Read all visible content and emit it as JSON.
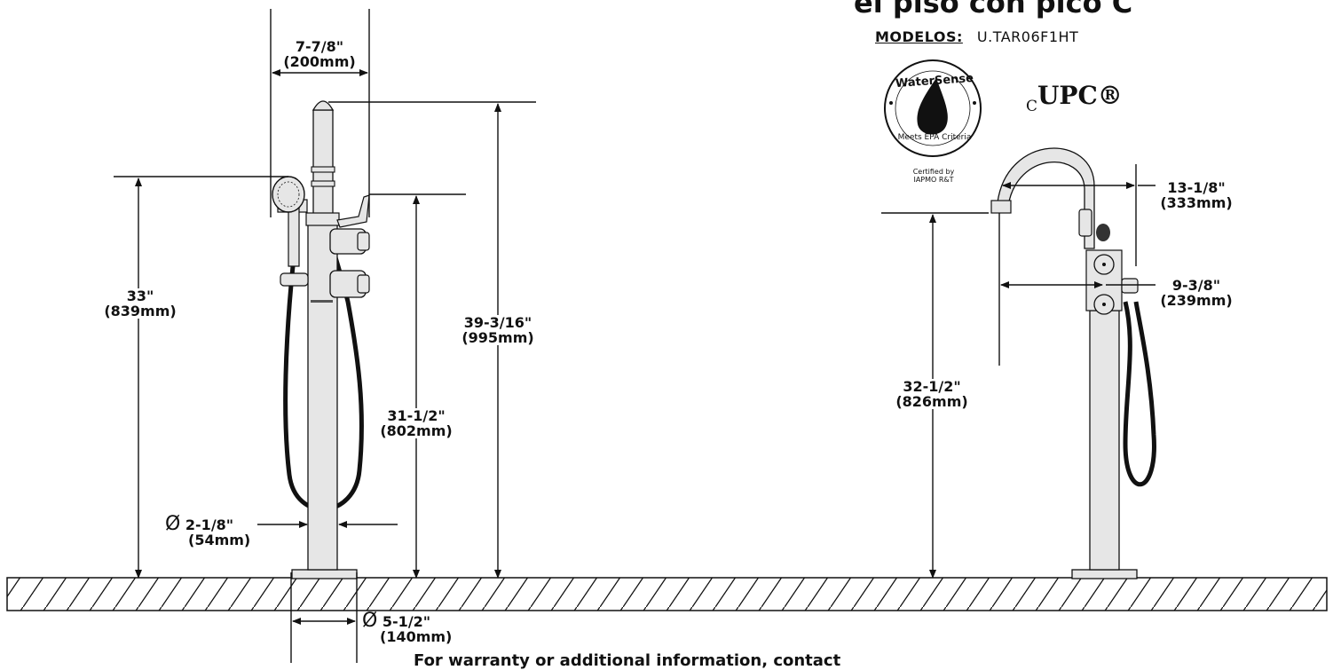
{
  "header": {
    "title": "el piso con pico C",
    "models_label": "MODELOS:",
    "models_value": "U.TAR06F1HT"
  },
  "certifications": {
    "watersense_top": "WaterSense",
    "watersense_bottom": "Meets EPA Criteria",
    "certified_by_line1": "Certified by",
    "certified_by_line2": "IAPMO R&T",
    "upc_prefix": "C",
    "upc_mark": "UPC®"
  },
  "dimensions": {
    "handle_width": {
      "imperial": "7-7/8\"",
      "metric": "(200mm)"
    },
    "handshower_height": {
      "imperial": "33\"",
      "metric": "(839mm)"
    },
    "overall_height": {
      "imperial": "39-3/16\"",
      "metric": "(995mm)"
    },
    "lever_height": {
      "imperial": "31-1/2\"",
      "metric": "(802mm)"
    },
    "body_diameter": {
      "symbol": "Ø",
      "imperial": "2-1/8\"",
      "metric": "(54mm)"
    },
    "base_diameter": {
      "symbol": "Ø",
      "imperial": "5-1/2\"",
      "metric": "(140mm)"
    },
    "spout_outlet_height": {
      "imperial": "32-1/2\"",
      "metric": "(826mm)"
    },
    "spout_reach": {
      "imperial": "13-1/8\"",
      "metric": "(333mm)"
    },
    "body_to_outlet": {
      "imperial": "9-3/8\"",
      "metric": "(239mm)"
    }
  },
  "footer": {
    "text": "For warranty or additional information, contact"
  },
  "colors": {
    "line": "#111111",
    "fixture_fill": "#e6e6e6",
    "hose": "#111111"
  }
}
